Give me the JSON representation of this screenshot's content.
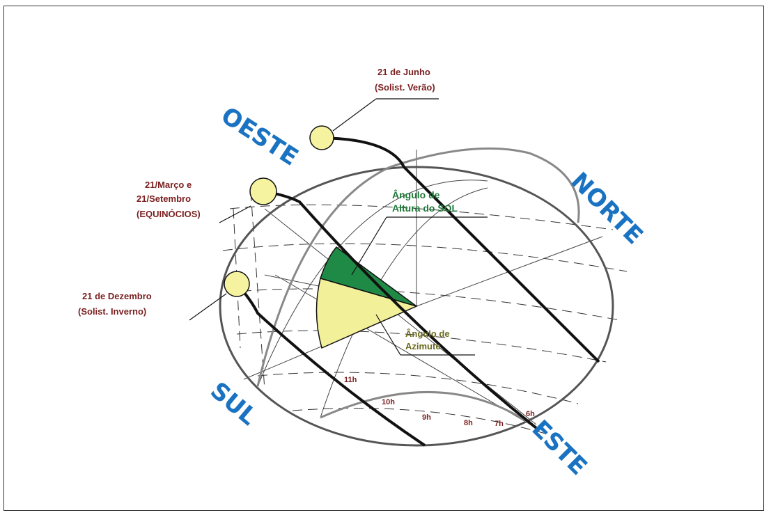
{
  "directions": {
    "west": "OESTE",
    "north": "NORTE",
    "south": "SUL",
    "east": "ESTE"
  },
  "sun_labels": {
    "june_line1": "21 de Junho",
    "june_line2": "(Solist. Verão)",
    "equinox_line1": "21/Março e",
    "equinox_line2": "21/Setembro",
    "equinox_line3": "(EQUINÓCIOS)",
    "december_line1": "21 de Dezembro",
    "december_line2": "(Solist. Inverno)"
  },
  "angles": {
    "altitude_line1": "Ângulo de",
    "altitude_line2": "Altura do SOL",
    "azimuth_line1": "Ângulo de",
    "azimuth_line2": "Azimute"
  },
  "hours": [
    "11h",
    "10h",
    "9h",
    "8h",
    "7h",
    "6h"
  ],
  "colors": {
    "direction_text": "#1a73c2",
    "label_text": "#7a1f1f",
    "altitude_fill": "#1f8a45",
    "azimuth_fill": "#f2f099",
    "sun_fill": "#f5f3a0",
    "path_stroke": "#111111"
  }
}
